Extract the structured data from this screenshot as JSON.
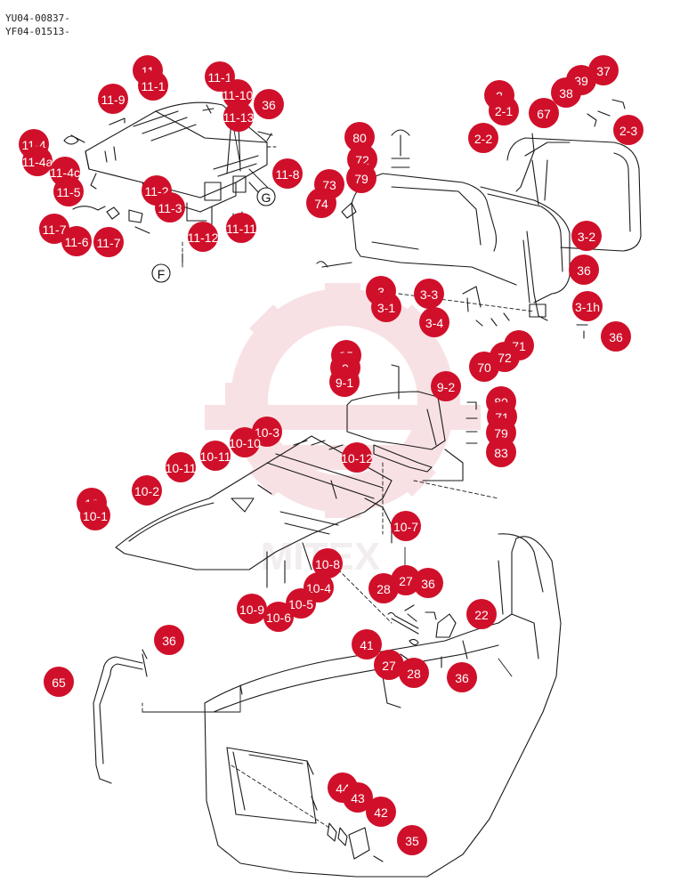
{
  "header": {
    "line1": "YU04-00837-",
    "line2": "YF04-01513-"
  },
  "watermark": {
    "text": "MITEX"
  },
  "callouts": [
    {
      "label": "11"
    },
    {
      "label": "11-1"
    },
    {
      "label": "11-1"
    },
    {
      "label": "11-10"
    },
    {
      "label": "11-9"
    },
    {
      "label": "11-13"
    },
    {
      "label": "36"
    },
    {
      "label": "11-4"
    },
    {
      "label": "11-4a"
    },
    {
      "label": "11-4c"
    },
    {
      "label": "11-8"
    },
    {
      "label": "11-5"
    },
    {
      "label": "11-2"
    },
    {
      "label": "11-3"
    },
    {
      "label": "11-7"
    },
    {
      "label": "11-6"
    },
    {
      "label": "11-7"
    },
    {
      "label": "11-12"
    },
    {
      "label": "11-11"
    },
    {
      "label": "2"
    },
    {
      "label": "2-1"
    },
    {
      "label": "39"
    },
    {
      "label": "37"
    },
    {
      "label": "38"
    },
    {
      "label": "67"
    },
    {
      "label": "2-2"
    },
    {
      "label": "2-3"
    },
    {
      "label": "80"
    },
    {
      "label": "72"
    },
    {
      "label": "79"
    },
    {
      "label": "73"
    },
    {
      "label": "74"
    },
    {
      "label": "3-2"
    },
    {
      "label": "36"
    },
    {
      "label": "3"
    },
    {
      "label": "3-3"
    },
    {
      "label": "3-1"
    },
    {
      "label": "3-4"
    },
    {
      "label": "3-1h"
    },
    {
      "label": "36"
    },
    {
      "label": "71"
    },
    {
      "label": "72"
    },
    {
      "label": "70"
    },
    {
      "label": "35"
    },
    {
      "label": "9"
    },
    {
      "label": "9-1"
    },
    {
      "label": "9-2"
    },
    {
      "label": "80"
    },
    {
      "label": "71"
    },
    {
      "label": "79"
    },
    {
      "label": "83"
    },
    {
      "label": "10-3"
    },
    {
      "label": "10-10"
    },
    {
      "label": "10-11"
    },
    {
      "label": "10-11"
    },
    {
      "label": "10-12"
    },
    {
      "label": "10-2"
    },
    {
      "label": "10"
    },
    {
      "label": "10-1"
    },
    {
      "label": "10-7"
    },
    {
      "label": "10-8"
    },
    {
      "label": "10-4"
    },
    {
      "label": "10-5"
    },
    {
      "label": "10-9"
    },
    {
      "label": "10-6"
    },
    {
      "label": "27"
    },
    {
      "label": "36"
    },
    {
      "label": "28"
    },
    {
      "label": "22"
    },
    {
      "label": "41"
    },
    {
      "label": "27"
    },
    {
      "label": "28"
    },
    {
      "label": "36"
    },
    {
      "label": "36"
    },
    {
      "label": "65"
    },
    {
      "label": "44"
    },
    {
      "label": "43"
    },
    {
      "label": "42"
    },
    {
      "label": "35"
    }
  ],
  "refs": [
    {
      "label": "G"
    },
    {
      "label": "F"
    }
  ],
  "colors": {
    "callout": "#d0102a",
    "line": "#1a1a1a",
    "watermark": "#f3c9cf"
  }
}
